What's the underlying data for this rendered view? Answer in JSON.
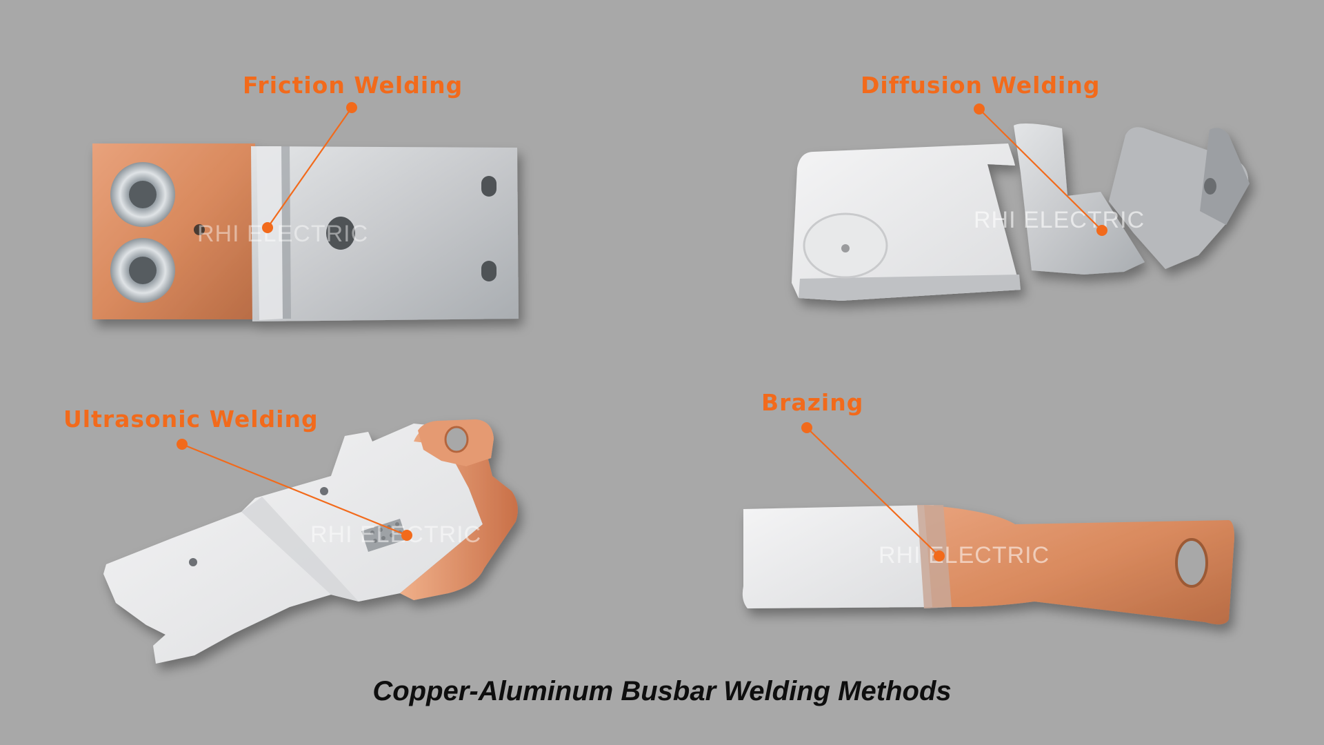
{
  "caption": "Copper-Aluminum Busbar Welding Methods",
  "watermark": "RHI ELECTRIC",
  "colors": {
    "background": "#a8a8a8",
    "accent": "#f26a1b",
    "copper": "#d98a5e",
    "aluminum": "#c9cbcd",
    "caption": "#0e0e0e"
  },
  "methods": [
    {
      "name": "Friction Welding",
      "quadrant": "top-left"
    },
    {
      "name": "Diffusion Welding",
      "quadrant": "top-right"
    },
    {
      "name": "Ultrasonic Welding",
      "quadrant": "bottom-left"
    },
    {
      "name": "Brazing",
      "quadrant": "bottom-right"
    }
  ]
}
